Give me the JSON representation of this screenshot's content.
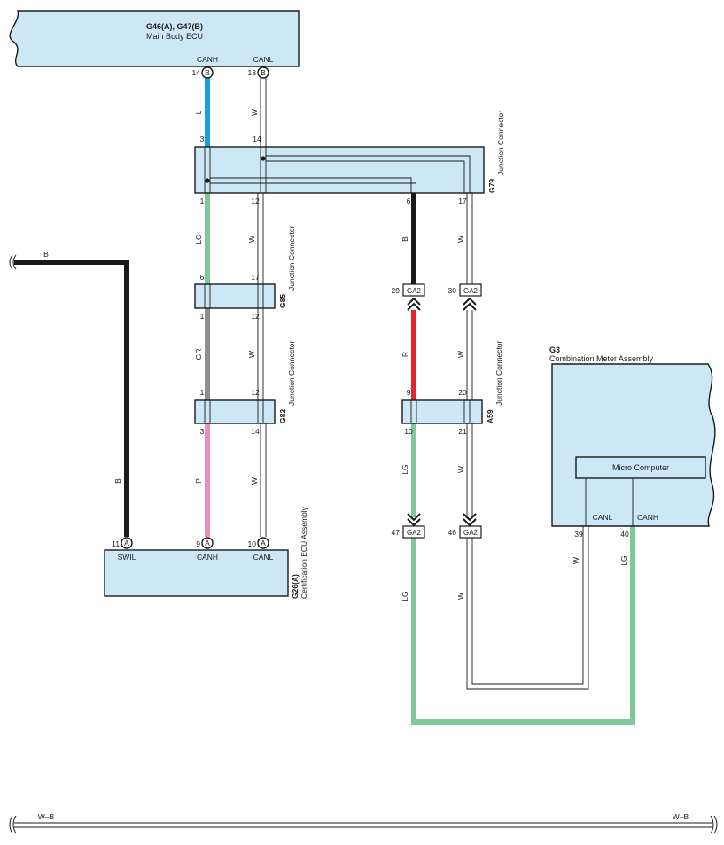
{
  "colors": {
    "box_fill": "#cce8f6",
    "L": "#19a0dc",
    "LG": "#7ec89a",
    "GR": "#8f8f8f",
    "P": "#ee8cbc",
    "R": "#e5252c",
    "B": "#1a1a1a",
    "W": "#ffffff"
  },
  "components": {
    "g46": {
      "id": "G46(A), G47(B)",
      "name": "Main Body ECU",
      "pin_canh": "CANH",
      "pin_canl": "CANL",
      "canh_num": "14",
      "canh_conn": "B",
      "canl_num": "13",
      "canl_conn": "B"
    },
    "g79": {
      "id": "G79",
      "name": "Junction Connector",
      "p3": "3",
      "p14": "14",
      "p1": "1",
      "p12": "12",
      "p6": "6",
      "p17": "17"
    },
    "g85": {
      "id": "G85",
      "name": "Junction Connector",
      "p6": "6",
      "p17": "17",
      "p1": "1",
      "p12": "12"
    },
    "g82": {
      "id": "G82",
      "name": "Junction Connector",
      "p1": "1",
      "p12": "12",
      "p3": "3",
      "p14": "14"
    },
    "a59": {
      "id": "A59",
      "name": "Junction Connector",
      "p9": "9",
      "p20": "20",
      "p10": "10",
      "p21": "21"
    },
    "g26": {
      "id": "G26(A)",
      "name": "Certification ECU Assembly",
      "pin_swil": "SWIL",
      "pin_canh": "CANH",
      "pin_canl": "CANL",
      "swil_num": "11",
      "canh_num": "9",
      "canl_num": "10",
      "conn": "A"
    },
    "g3": {
      "id": "G3",
      "name": "Combination Meter Assembly",
      "micro": "Micro Computer",
      "pin_canl": "CANL",
      "pin_canh": "CANH",
      "canl_num": "39",
      "canh_num": "40"
    }
  },
  "connectors": {
    "ga2_29": {
      "num": "29",
      "label": "GA2"
    },
    "ga2_30": {
      "num": "30",
      "label": "GA2"
    },
    "ga2_47": {
      "num": "47",
      "label": "GA2"
    },
    "ga2_46": {
      "num": "46",
      "label": "GA2"
    }
  },
  "wires": {
    "w_l": "L",
    "w_w1": "W",
    "w_lg1": "LG",
    "w_w2": "W",
    "w_gr": "GR",
    "w_w3": "W",
    "w_p": "P",
    "w_w4": "W",
    "w_b1": "B",
    "w_w5": "W",
    "w_r": "R",
    "w_w6": "W",
    "w_lg2": "LG",
    "w_w7": "W",
    "w_lg3": "LG",
    "w_w8": "W",
    "w_w9": "W",
    "w_lg4": "LG",
    "w_b_left": "B",
    "w_b_vert": "B",
    "w_wb_left": "W–B",
    "w_wb_right": "W–B"
  }
}
